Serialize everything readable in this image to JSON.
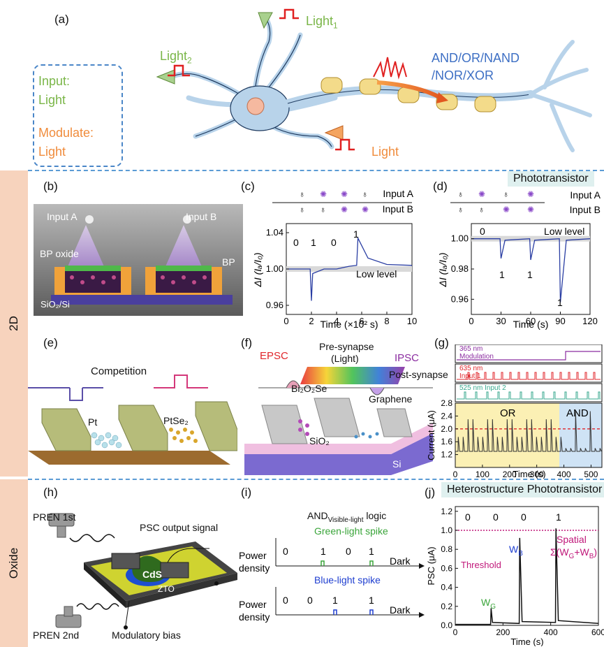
{
  "panel_a": {
    "label": "(a)",
    "legend_input": "Input:",
    "legend_input2": "Light",
    "legend_modulate": "Modulate:",
    "legend_modulate2": "Light",
    "light1": "Light",
    "light1_sub": "1",
    "light2": "Light",
    "light2_sub": "2",
    "light_bottom": "Light",
    "logic_line1": "AND/OR/NAND",
    "logic_line2": "/NOR/XOR"
  },
  "section_2d": "2D",
  "section_oxide": "Oxide",
  "panel_b": {
    "label": "(b)",
    "input_a": "Input A",
    "input_b": "Input B",
    "bp_oxide": "BP oxide",
    "bp": "BP",
    "substrate": "SiO₂/Si"
  },
  "panel_c": {
    "label": "(c)",
    "input_a": "Input A",
    "input_b": "Input B",
    "level_label": "Low level",
    "ylabel": "ΔI (Iₐ/I₀)",
    "xlabel": "Time (×10² s)",
    "states": [
      "0",
      "1",
      "0",
      "1"
    ]
  },
  "panel_d": {
    "label": "(d)",
    "title": "Phototransistor",
    "input_a": "Input A",
    "input_b": "Input B",
    "level_label": "Low level",
    "ylabel": "ΔI (Iₐ/I₀)",
    "xlabel": "Time (s)",
    "states": [
      "0",
      "1",
      "1",
      "1"
    ]
  },
  "panel_e": {
    "label": "(e)",
    "competition": "Competition",
    "pt": "Pt",
    "ptse2": "PtSe₂"
  },
  "panel_f": {
    "label": "(f)",
    "epsc": "EPSC",
    "pre_synapse": "Pre-synapse",
    "light": "(Light)",
    "ipsc": "IPSC",
    "post_synapse": "Post-synapse",
    "bi2o2se": "Bi₂O₂Se",
    "graphene": "Graphene",
    "sio2": "SiO₂",
    "si": "Si"
  },
  "panel_g": {
    "label": "(g)",
    "ch1": "365 nm",
    "ch1b": "Modulation",
    "ch2": "635 nm",
    "ch2b": "Input 1",
    "ch3": "525 nm  Input 2",
    "ylabel": "Current (μA)",
    "xlabel": "Time (s)",
    "or_label": "OR",
    "and_label": "AND"
  },
  "panel_h": {
    "label": "(h)",
    "pren1": "PREN 1st",
    "pren2": "PREN 2nd",
    "psc": "PSC output signal",
    "cds": "CdS",
    "zto": "ZTO",
    "bias": "Modulatory bias"
  },
  "panel_i": {
    "label": "(i)",
    "logic_title": "AND",
    "logic_sub": "Visible-light",
    "logic_suffix": " logic",
    "green_spike": "Green-light spike",
    "blue_spike": "Blue-light spike",
    "power": "Power",
    "density": "density",
    "dark": "Dark",
    "row1": [
      "0",
      "1",
      "0",
      "1"
    ],
    "row2": [
      "0",
      "0",
      "1",
      "1"
    ]
  },
  "panel_j": {
    "label": "(j)",
    "title": "Heterostructure Phototransistor",
    "ylabel": "PSC (μA)",
    "xlabel": "Time (s)",
    "threshold": "Threshold",
    "wg": "W",
    "wg_sub": "G",
    "wb": "W",
    "wb_sub": "B",
    "spatial": "Spatial",
    "sum": "Σ(W",
    "sum_g": "G",
    "sum_plus": "+W",
    "sum_b": "B",
    "sum_close": ")",
    "states": [
      "0",
      "0",
      "0",
      "1"
    ]
  },
  "chart_data": [
    {
      "type": "line",
      "panel": "c",
      "xlabel": "Time (×10² s)",
      "ylabel": "ΔI (Iₐ/I₀)",
      "xlim": [
        0,
        10
      ],
      "ylim": [
        0.95,
        1.05
      ],
      "xticks": [
        0,
        2,
        4,
        6,
        8,
        10
      ],
      "yticks": [
        0.96,
        1.0,
        1.04
      ],
      "baseline": 1.0,
      "x": [
        0,
        1.0,
        1.9,
        2.0,
        2.1,
        3.0,
        4.0,
        5.0,
        5.6,
        5.7,
        6.5,
        8.0,
        10.0
      ],
      "values": [
        1.0,
        1.0,
        1.0,
        0.965,
        0.995,
        1.0,
        1.0,
        1.003,
        1.004,
        1.034,
        1.012,
        1.005,
        1.004
      ]
    },
    {
      "type": "line",
      "panel": "d",
      "xlabel": "Time (s)",
      "ylabel": "ΔI (Iₐ/I₀)",
      "xlim": [
        0,
        120
      ],
      "ylim": [
        0.95,
        1.01
      ],
      "xticks": [
        0,
        30,
        60,
        90,
        120
      ],
      "yticks": [
        0.96,
        0.98,
        1.0
      ],
      "baseline": 1.0,
      "x": [
        0,
        29,
        30,
        34,
        59,
        60,
        64,
        89,
        90,
        96,
        120
      ],
      "values": [
        1.0,
        1.0,
        0.987,
        0.999,
        1.0,
        0.986,
        0.999,
        1.0,
        0.958,
        0.999,
        1.0
      ]
    },
    {
      "type": "line",
      "panel": "g",
      "xlabel": "Time (s)",
      "ylabel": "Current (μA)",
      "xlim": [
        0,
        540
      ],
      "ylim": [
        0.8,
        2.8
      ],
      "xticks": [
        0,
        100,
        200,
        300,
        400,
        500
      ],
      "yticks": [
        1.2,
        1.6,
        2.0,
        2.4,
        2.8
      ],
      "threshold": 2.0,
      "regions": [
        "OR",
        "AND"
      ],
      "region_split": 405
    },
    {
      "type": "line",
      "panel": "j",
      "xlabel": "Time (s)",
      "ylabel": "PSC (μA)",
      "xlim": [
        0,
        600
      ],
      "ylim": [
        0,
        1.25
      ],
      "xticks": [
        0,
        200,
        400,
        600
      ],
      "yticks": [
        0.0,
        0.2,
        0.4,
        0.6,
        0.8,
        1.0,
        1.2
      ],
      "threshold": 1.0,
      "x": [
        0,
        148,
        150,
        156,
        268,
        270,
        280,
        420,
        422,
        432,
        600
      ],
      "values": [
        0.01,
        0.01,
        0.18,
        0.03,
        0.02,
        0.92,
        0.04,
        0.03,
        1.02,
        0.05,
        0.02
      ]
    }
  ]
}
